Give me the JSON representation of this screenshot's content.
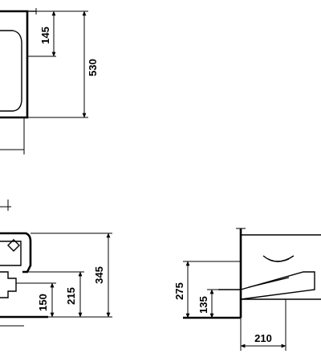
{
  "dimensions": {
    "top_view": {
      "d145": "145",
      "d530": "530"
    },
    "side_view": {
      "d150": "150",
      "d215": "215",
      "d345": "345"
    },
    "right_view": {
      "d275": "275",
      "d135": "135",
      "d210": "210"
    }
  }
}
